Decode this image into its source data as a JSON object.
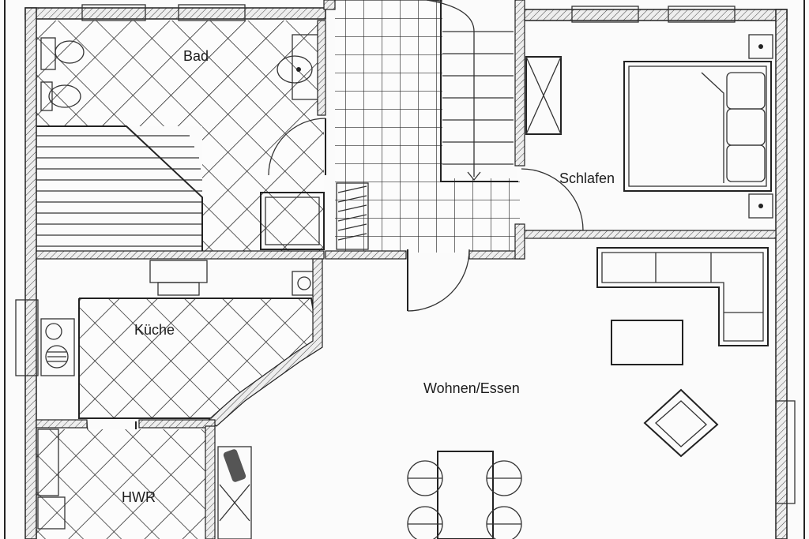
{
  "plan": {
    "rooms": {
      "bad": "Bad",
      "schlafen": "Schlafen",
      "kueche": "Küche",
      "wohnen_essen": "Wohnen/Essen",
      "hwr": "HWR"
    }
  },
  "colors": {
    "ink": "#1c1c1c",
    "wall_fill": "#e7e7e7",
    "paper": "#fbfbfb"
  }
}
